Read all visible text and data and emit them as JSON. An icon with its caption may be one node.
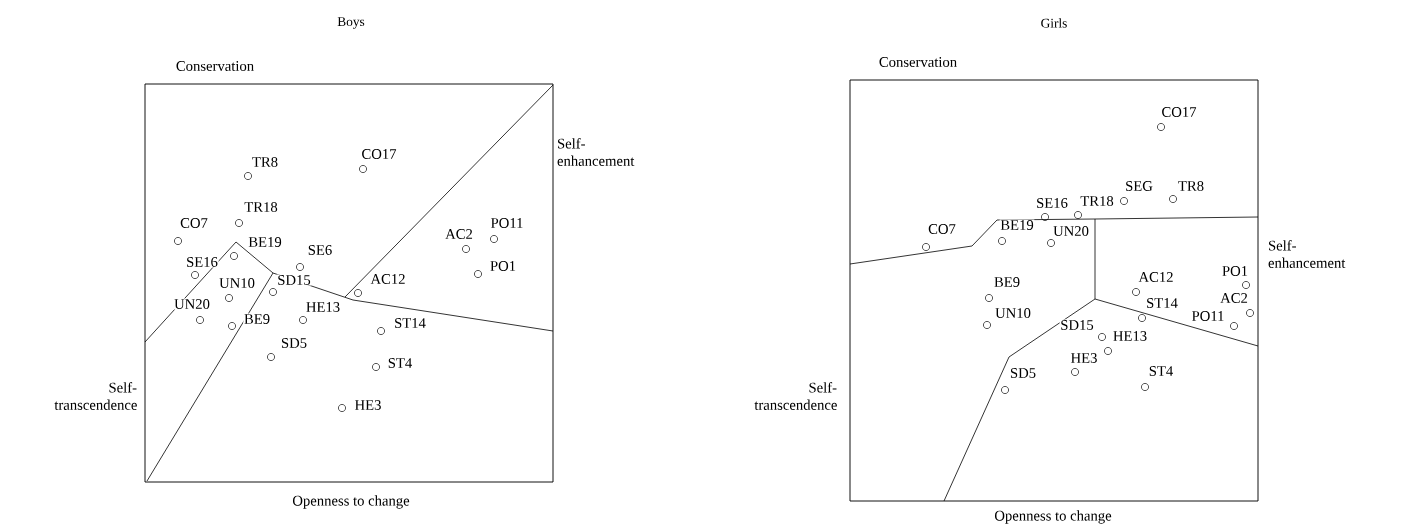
{
  "diagram": {
    "nodes": [
      {
        "text": [
          "Boys"
        ],
        "beside": [
          "Conservation",
          "Self-enhancement",
          "Self-transcendence",
          "Openness to change"
        ]
      },
      {
        "text": [
          "TR8"
        ],
        "in": 0
      },
      {
        "text": [
          "CO17"
        ],
        "in": 0
      },
      {
        "text": [
          "TR18"
        ],
        "in": 0
      },
      {
        "text": [
          "CO7"
        ],
        "in": 0
      },
      {
        "text": [
          "BE19"
        ],
        "in": 0
      },
      {
        "text": [
          "SE6"
        ],
        "in": 0
      },
      {
        "text": [
          "SE16"
        ],
        "in": 0
      },
      {
        "text": [
          "UN10"
        ],
        "in": 0
      },
      {
        "text": [
          "SD15"
        ],
        "in": 0
      },
      {
        "text": [
          "AC12"
        ],
        "in": 0
      },
      {
        "text": [
          "UN20"
        ],
        "in": 0
      },
      {
        "text": [
          "BE9"
        ],
        "in": 0
      },
      {
        "text": [
          "HE13"
        ],
        "in": 0
      },
      {
        "text": [
          "ST14"
        ],
        "in": 0
      },
      {
        "text": [
          "SD5"
        ],
        "in": 0
      },
      {
        "text": [
          "ST4"
        ],
        "in": 0
      },
      {
        "text": [
          "HE3"
        ],
        "in": 0
      },
      {
        "text": [
          "AC2"
        ],
        "in": 0
      },
      {
        "text": [
          "PO11"
        ],
        "in": 0
      },
      {
        "text": [
          "PO1"
        ],
        "in": 0
      },
      {
        "text": [
          "Girls"
        ],
        "beside": [
          "Conservation",
          "Self-enhancement",
          "Self-transcendence",
          "Openness to change"
        ]
      },
      {
        "text": [
          "CO17"
        ],
        "in": 21
      },
      {
        "text": [
          "SEG"
        ],
        "in": 21
      },
      {
        "text": [
          "TR8"
        ],
        "in": 21
      },
      {
        "text": [
          "SE16"
        ],
        "in": 21
      },
      {
        "text": [
          "TR18"
        ],
        "in": 21
      },
      {
        "text": [
          "CO7"
        ],
        "in": 21
      },
      {
        "text": [
          "BE19"
        ],
        "in": 21
      },
      {
        "text": [
          "UN20"
        ],
        "in": 21
      },
      {
        "text": [
          "BE9"
        ],
        "in": 21
      },
      {
        "text": [
          "UN10"
        ],
        "in": 21
      },
      {
        "text": [
          "AC12"
        ],
        "in": 21
      },
      {
        "text": [
          "ST14"
        ],
        "in": 21
      },
      {
        "text": [
          "PO1"
        ],
        "in": 21
      },
      {
        "text": [
          "AC2"
        ],
        "in": 21
      },
      {
        "text": [
          "PO11"
        ],
        "in": 21
      },
      {
        "text": [
          "SD15"
        ],
        "in": 21
      },
      {
        "text": [
          "HE13"
        ],
        "in": 21
      },
      {
        "text": [
          "HE3"
        ],
        "in": 21
      },
      {
        "text": [
          "ST4"
        ],
        "in": 21
      },
      {
        "text": [
          "SD5"
        ],
        "in": 21
      }
    ]
  }
}
